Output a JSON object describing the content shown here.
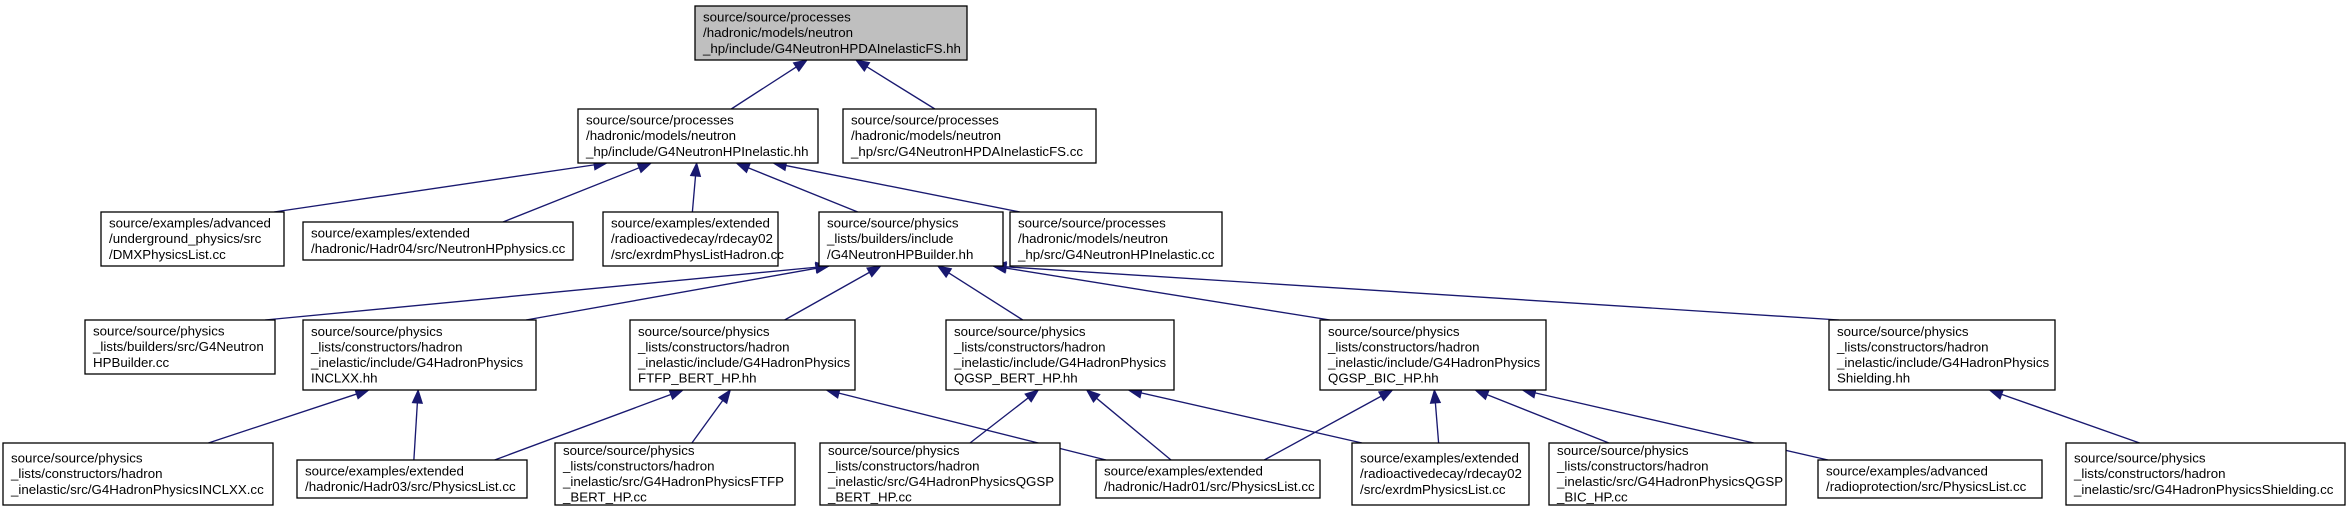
{
  "graph": {
    "colors": {
      "edge": "#191970",
      "root_fill": "#bfbfbf",
      "node_fill": "#ffffff",
      "border": "#000000"
    },
    "nodes": {
      "root": {
        "lines": [
          "source/source/processes",
          "/hadronic/models/neutron",
          "_hp/include/G4NeutronHPDAInelasticFS.hh"
        ]
      },
      "hpinh": {
        "lines": [
          "source/source/processes",
          "/hadronic/models/neutron",
          "_hp/include/G4NeutronHPInelastic.hh"
        ]
      },
      "dafscc": {
        "lines": [
          "source/source/processes",
          "/hadronic/models/neutron",
          "_hp/src/G4NeutronHPDAInelasticFS.cc"
        ]
      },
      "dmx": {
        "lines": [
          "source/examples/advanced",
          "/underground_physics/src",
          "/DMXPhysicsList.cc"
        ]
      },
      "had04": {
        "lines": [
          "source/examples/extended",
          "/hadronic/Hadr04/src/NeutronHPphysics.cc"
        ]
      },
      "exrdmh": {
        "lines": [
          "source/examples/extended",
          "/radioactivedecay/rdecay02",
          "/src/exrdmPhysListHadron.cc"
        ]
      },
      "builder": {
        "lines": [
          "source/source/physics",
          "_lists/builders/include",
          "/G4NeutronHPBuilder.hh"
        ]
      },
      "hpinel": {
        "lines": [
          "source/source/processes",
          "/hadronic/models/neutron",
          "_hp/src/G4NeutronHPInelastic.cc"
        ]
      },
      "bldcc": {
        "lines": [
          "source/source/physics",
          "_lists/builders/src/G4Neutron",
          "HPBuilder.cc"
        ]
      },
      "inclhh": {
        "lines": [
          "source/source/physics",
          "_lists/constructors/hadron",
          "_inelastic/include/G4HadronPhysics",
          "INCLXX.hh"
        ]
      },
      "ftfphh": {
        "lines": [
          "source/source/physics",
          "_lists/constructors/hadron",
          "_inelastic/include/G4HadronPhysics",
          "FTFP_BERT_HP.hh"
        ]
      },
      "qbrthh": {
        "lines": [
          "source/source/physics",
          "_lists/constructors/hadron",
          "_inelastic/include/G4HadronPhysics",
          "QGSP_BERT_HP.hh"
        ]
      },
      "qbichh": {
        "lines": [
          "source/source/physics",
          "_lists/constructors/hadron",
          "_inelastic/include/G4HadronPhysics",
          "QGSP_BIC_HP.hh"
        ]
      },
      "shldhh": {
        "lines": [
          "source/source/physics",
          "_lists/constructors/hadron",
          "_inelastic/include/G4HadronPhysics",
          "Shielding.hh"
        ]
      },
      "inclcc": {
        "lines": [
          "source/source/physics",
          "_lists/constructors/hadron",
          "_inelastic/src/G4HadronPhysicsINCLXX.cc"
        ]
      },
      "had03": {
        "lines": [
          "source/examples/extended",
          "/hadronic/Hadr03/src/PhysicsList.cc"
        ]
      },
      "ftfpcc": {
        "lines": [
          "source/source/physics",
          "_lists/constructors/hadron",
          "_inelastic/src/G4HadronPhysicsFTFP",
          "_BERT_HP.cc"
        ]
      },
      "qbrtcc": {
        "lines": [
          "source/source/physics",
          "_lists/constructors/hadron",
          "_inelastic/src/G4HadronPhysicsQGSP",
          "_BERT_HP.cc"
        ]
      },
      "had01": {
        "lines": [
          "source/examples/extended",
          "/hadronic/Hadr01/src/PhysicsList.cc"
        ]
      },
      "exrdm": {
        "lines": [
          "source/examples/extended",
          "/radioactivedecay/rdecay02",
          "/src/exrdmPhysicsList.cc"
        ]
      },
      "qbiccc": {
        "lines": [
          "source/source/physics",
          "_lists/constructors/hadron",
          "_inelastic/src/G4HadronPhysicsQGSP",
          "_BIC_HP.cc"
        ]
      },
      "radio": {
        "lines": [
          "source/examples/advanced",
          "/radioprotection/src/PhysicsList.cc"
        ]
      },
      "shldcc": {
        "lines": [
          "source/source/physics",
          "_lists/constructors/hadron",
          "_inelastic/src/G4HadronPhysicsShielding.cc"
        ]
      }
    },
    "edges": [
      [
        "hpinh",
        "root"
      ],
      [
        "dafscc",
        "root"
      ],
      [
        "dmx",
        "hpinh"
      ],
      [
        "had04",
        "hpinh"
      ],
      [
        "exrdmh",
        "hpinh"
      ],
      [
        "builder",
        "hpinh"
      ],
      [
        "hpinel",
        "hpinh"
      ],
      [
        "bldcc",
        "builder"
      ],
      [
        "inclhh",
        "builder"
      ],
      [
        "ftfphh",
        "builder"
      ],
      [
        "qbrthh",
        "builder"
      ],
      [
        "qbichh",
        "builder"
      ],
      [
        "shldhh",
        "builder"
      ],
      [
        "inclcc",
        "inclhh"
      ],
      [
        "had03",
        "inclhh"
      ],
      [
        "had03",
        "ftfphh"
      ],
      [
        "ftfpcc",
        "ftfphh"
      ],
      [
        "had01",
        "ftfphh"
      ],
      [
        "qbrtcc",
        "qbrthh"
      ],
      [
        "had01",
        "qbrthh"
      ],
      [
        "exrdm",
        "qbrthh"
      ],
      [
        "had01",
        "qbichh"
      ],
      [
        "exrdm",
        "qbichh"
      ],
      [
        "qbiccc",
        "qbichh"
      ],
      [
        "radio",
        "qbichh"
      ],
      [
        "shldcc",
        "shldhh"
      ]
    ]
  }
}
